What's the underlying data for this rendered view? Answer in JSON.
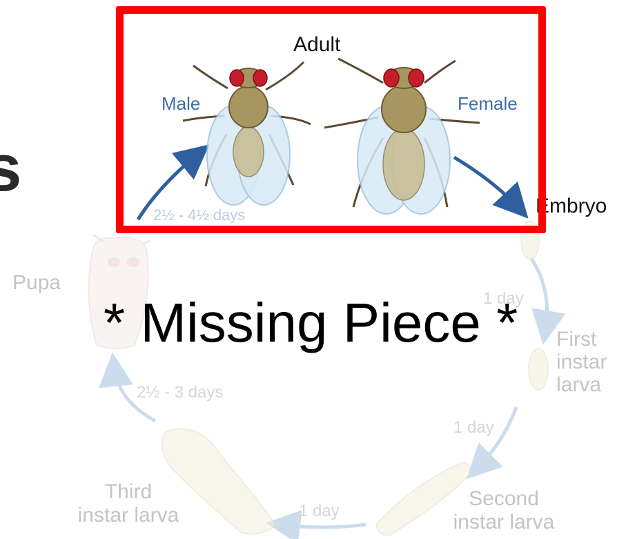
{
  "diagram": {
    "stages": {
      "adult": "Adult",
      "male": "Male",
      "female": "Female",
      "embryo": "Embryo",
      "first_instar": [
        "First",
        "instar",
        "larva"
      ],
      "second_instar": [
        "Second",
        "instar larva"
      ],
      "third_instar": [
        "Third",
        "instar larva"
      ],
      "pupa": "Pupa"
    },
    "durations": {
      "pupa_to_adult": "2½ - 4½ days",
      "embryo_to_first": "1 day",
      "first_to_second": "1 day",
      "second_to_third": "1 day",
      "third_to_pupa": "2½ - 3 days"
    },
    "overlay_text": "* Missing Piece *",
    "cropped_heading_fragment": "s"
  },
  "colors": {
    "highlight_border": "#ff0000",
    "arrow_blue": "#2f5f9e",
    "faded_text": "#c4c4c4",
    "wing": "#cfe6f5",
    "body": "#b8a878",
    "eye": "#c41e2a"
  }
}
